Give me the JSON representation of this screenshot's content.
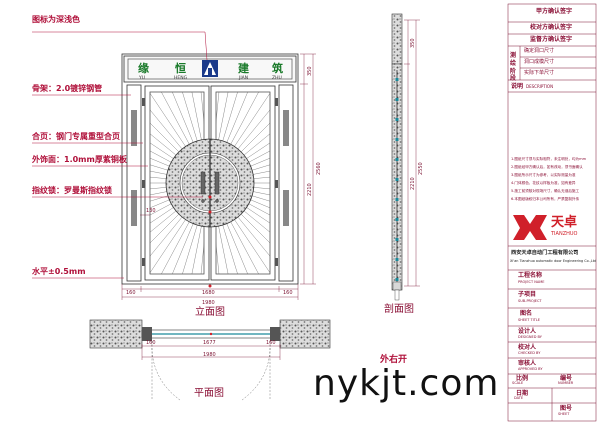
{
  "annotations": {
    "logo_color": "图标为深浅色",
    "frame": "骨架：2.0镀锌钢管",
    "hinge": "合页：钢门专属重型合页",
    "panel": "外饰面：1.0mm厚紫铜板",
    "lock": "指纹锁：罗曼斯指纹锁",
    "level": "水平±0.5mm",
    "open_dir": "外右开"
  },
  "sign": {
    "chars": [
      "缘",
      "恒",
      "建",
      "筑"
    ],
    "roman": [
      "YU",
      "HENG",
      "JIAN",
      "ZHU"
    ]
  },
  "views": {
    "front": "立面图",
    "section": "剖面图",
    "plan": "平面图"
  },
  "dimensions": {
    "front_top": "350",
    "front_mid": "2210",
    "front_total": "2560",
    "side_width": "160",
    "center_width": "1680",
    "total_width": "1980",
    "handle_offset": "130",
    "section_top": "350",
    "section_mid": "2210",
    "section_total": "2550",
    "plan_inner": "1677",
    "plan_total": "1980",
    "plan_side": "160"
  },
  "title_block": {
    "rows": [
      "甲方确认签字",
      "校对方确认签字",
      "监督方确认签字"
    ],
    "survey_label": "测绘阶段",
    "survey_items": [
      "确定洞口尺寸",
      "洞口成模尺寸",
      "实际下单尺寸"
    ],
    "note_label": "说明",
    "note_label_en": "DESCRIPTION",
    "notes": [
      "1.图纸尺寸须与实际相符，未注明处，均为mm",
      "2.图纸经甲方确认后，如有改动，须书面确认",
      "3.图纸所示尺寸为参考，以实际测量为准",
      "4.门体颜色、花纹以样板为准，如有差异",
      "5.施工前须核对现场尺寸，确认无误后施工",
      "6.本图纸版权归本公司所有，严禁复制外传"
    ],
    "brand_cn": "天卓",
    "brand_en": "TIANZHUO",
    "company_cn": "西安天卓自动门工程有限公司",
    "company_en": "Xi'an Tianzhuo automatic door Engineering Co.,Ltd",
    "project_name": "工程名称",
    "project_name_en": "PROJECT NAME",
    "sub_project": "子项目",
    "sub_project_en": "SUB-PROJECT",
    "drawing_name": "图名",
    "drawing_name_en": "SHEET TITLE",
    "designer": "设计人",
    "designer_en": "DESIGNED BY",
    "checker": "校对人",
    "checker_en": "CHECKED BY",
    "approver": "审核人",
    "approver_en": "APPROVED BY",
    "scale": "比例",
    "scale_en": "SCALE",
    "number": "编号",
    "number_en": "NUMBER",
    "date": "日期",
    "date_en": "DATE",
    "sheet": "图号",
    "sheet_en": "SHEET"
  },
  "watermark": "nykjt.com",
  "colors": {
    "line": "#7a1030",
    "label": "#b0103a",
    "sign_text": "#1a7a2a",
    "logo_blue": "#1a3a8a",
    "brand_red": "#d0202a",
    "frame_dark": "#333333"
  }
}
